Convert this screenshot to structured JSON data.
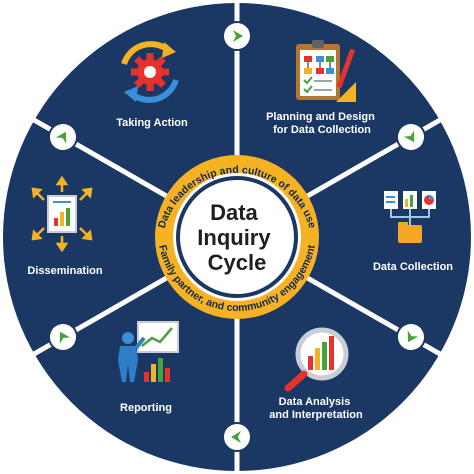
{
  "center": {
    "title_lines": [
      "Data",
      "Inquiry",
      "Cycle"
    ]
  },
  "ring": {
    "top_text": "Data leadership and culture of data use",
    "bottom_text": "Family partner, and community engagement"
  },
  "segments": [
    {
      "label_lines": [
        "Taking Action"
      ],
      "icon": "gear-cycle-icon"
    },
    {
      "label_lines": [
        "Planning and Design",
        "for Data Collection"
      ],
      "icon": "clipboard-plan-icon"
    },
    {
      "label_lines": [
        "Data Collection"
      ],
      "icon": "documents-folder-icon"
    },
    {
      "label_lines": [
        "Data Analysis",
        "and Interpretation"
      ],
      "icon": "magnified-chart-icon"
    },
    {
      "label_lines": [
        "Reporting"
      ],
      "icon": "presenter-chart-icon"
    },
    {
      "label_lines": [
        "Dissemination"
      ],
      "icon": "document-arrows-icon"
    }
  ],
  "colors": {
    "navy": "#1b3764",
    "ring": "#f5b324",
    "arrow": "#4aa13a",
    "spoke": "#ffffff"
  }
}
